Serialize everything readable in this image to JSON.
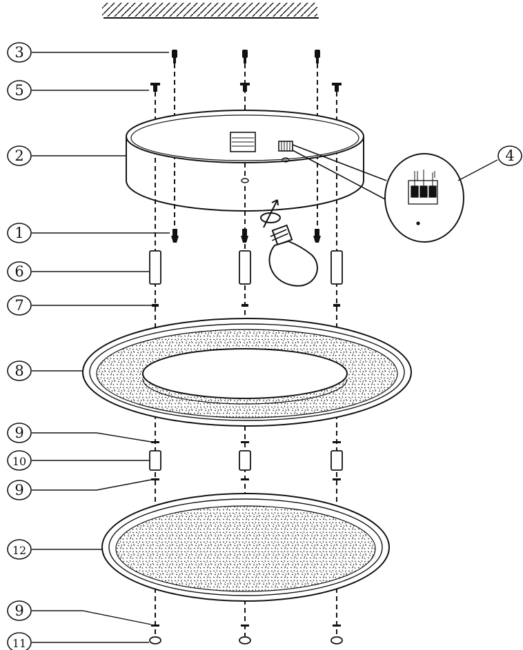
{
  "callouts": [
    {
      "id": "c3",
      "number": "3",
      "part": "screw-top"
    },
    {
      "id": "c5",
      "number": "5",
      "part": "small-screw"
    },
    {
      "id": "c2",
      "number": "2",
      "part": "canopy-base"
    },
    {
      "id": "c1",
      "number": "1",
      "part": "wall-plug-screw"
    },
    {
      "id": "c6",
      "number": "6",
      "part": "spacer-long"
    },
    {
      "id": "c7",
      "number": "7",
      "part": "nut"
    },
    {
      "id": "c8",
      "number": "8",
      "part": "outer-ring-diffuser"
    },
    {
      "id": "c9a",
      "number": "9",
      "part": "washer"
    },
    {
      "id": "c10",
      "number": "10",
      "part": "spacer-short"
    },
    {
      "id": "c9b",
      "number": "9",
      "part": "washer"
    },
    {
      "id": "c12",
      "number": "12",
      "part": "bottom-disc-diffuser"
    },
    {
      "id": "c9c",
      "number": "9",
      "part": "washer"
    },
    {
      "id": "c11",
      "number": "11",
      "part": "cap-nut"
    },
    {
      "id": "c4",
      "number": "4",
      "part": "terminal-block-detail"
    }
  ],
  "colors": {
    "ink": "#111111",
    "paper": "#ffffff"
  },
  "icons": [
    "ceiling-hatch-icon",
    "light-bulb-icon",
    "rotate-arrow-icon",
    "terminal-block-icon"
  ]
}
